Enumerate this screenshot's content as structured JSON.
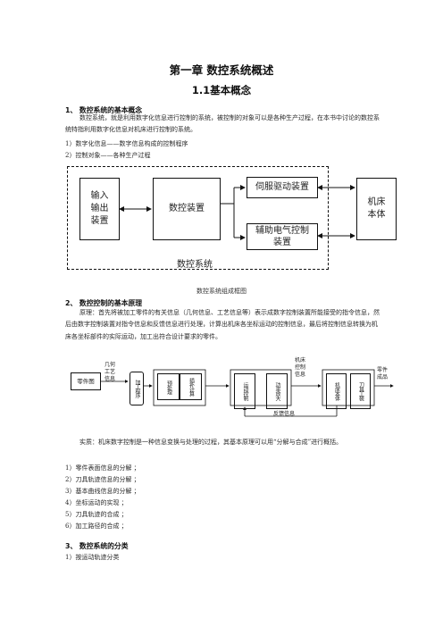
{
  "chapter_title": "第一章  数控系统概述",
  "section_title": "1.1基本概念",
  "s1": {
    "heading": "1、  数控系统的基本概念",
    "para": "数控系统，就是利用数字化信息进行控制的系统，被控制的对象可以是各种生产过程，在本书中讨论的数控系统特指利用数字化信息对机床进行控制的系统。",
    "items": [
      "1）数字化信息——数字信息构成的控制程序",
      "2）控制对象——各种生产过程"
    ]
  },
  "diagram1": {
    "io": "输入\n输出\n装置",
    "cnc": "数控装置",
    "servo": "伺服驱动装置",
    "aux": "辅助电气控制\n装置",
    "machine": "机床\n本体",
    "system_label": "数控系统",
    "caption": "数控系统组成框图"
  },
  "s2": {
    "heading": "2、  数控控制的基本原理",
    "para": "原理：首先将被加工零件的有关信息（几何信息、工艺信息等）表示成数字控制装置所能接受的指令信息，然后由数字控制装置对指令信息和反馈信息进行处理，计算出机床各坐标运动的控制信息，最后将控制信息转换为机床各坐标部件的实际运动，加工出符合设计要求的零件。"
  },
  "diagram2": {
    "part_drawing": "零件图",
    "geo_info": "几何\n工艺\n信息",
    "program": "加工程序",
    "preprocess": "预处理",
    "interp": "插补计算",
    "motion": "运动控制",
    "power": "功率放大",
    "mc_info": "机床\n控制\n信息",
    "machine": "机床本体",
    "tool": "刀具工装",
    "product": "零件\n成品",
    "feedback": "反馈信息"
  },
  "s2b": {
    "para": "实质：机床数字控制是一种信息变换与处理的过程，其基本原理可以用“分解与合成”进行概括。",
    "items": [
      "1）零件表面信息的分解  ；",
      "2）刀具轨迹信息的分解  ；",
      "3）基本曲线信息的分解  ；",
      "4）坐标运动的实现  ；",
      "5）刀具轨迹的合成  ；",
      "6）加工路径的合成  ；"
    ]
  },
  "s3": {
    "heading": "3、  数控系统的分类",
    "items": [
      "1）按运动轨迹分类"
    ]
  }
}
